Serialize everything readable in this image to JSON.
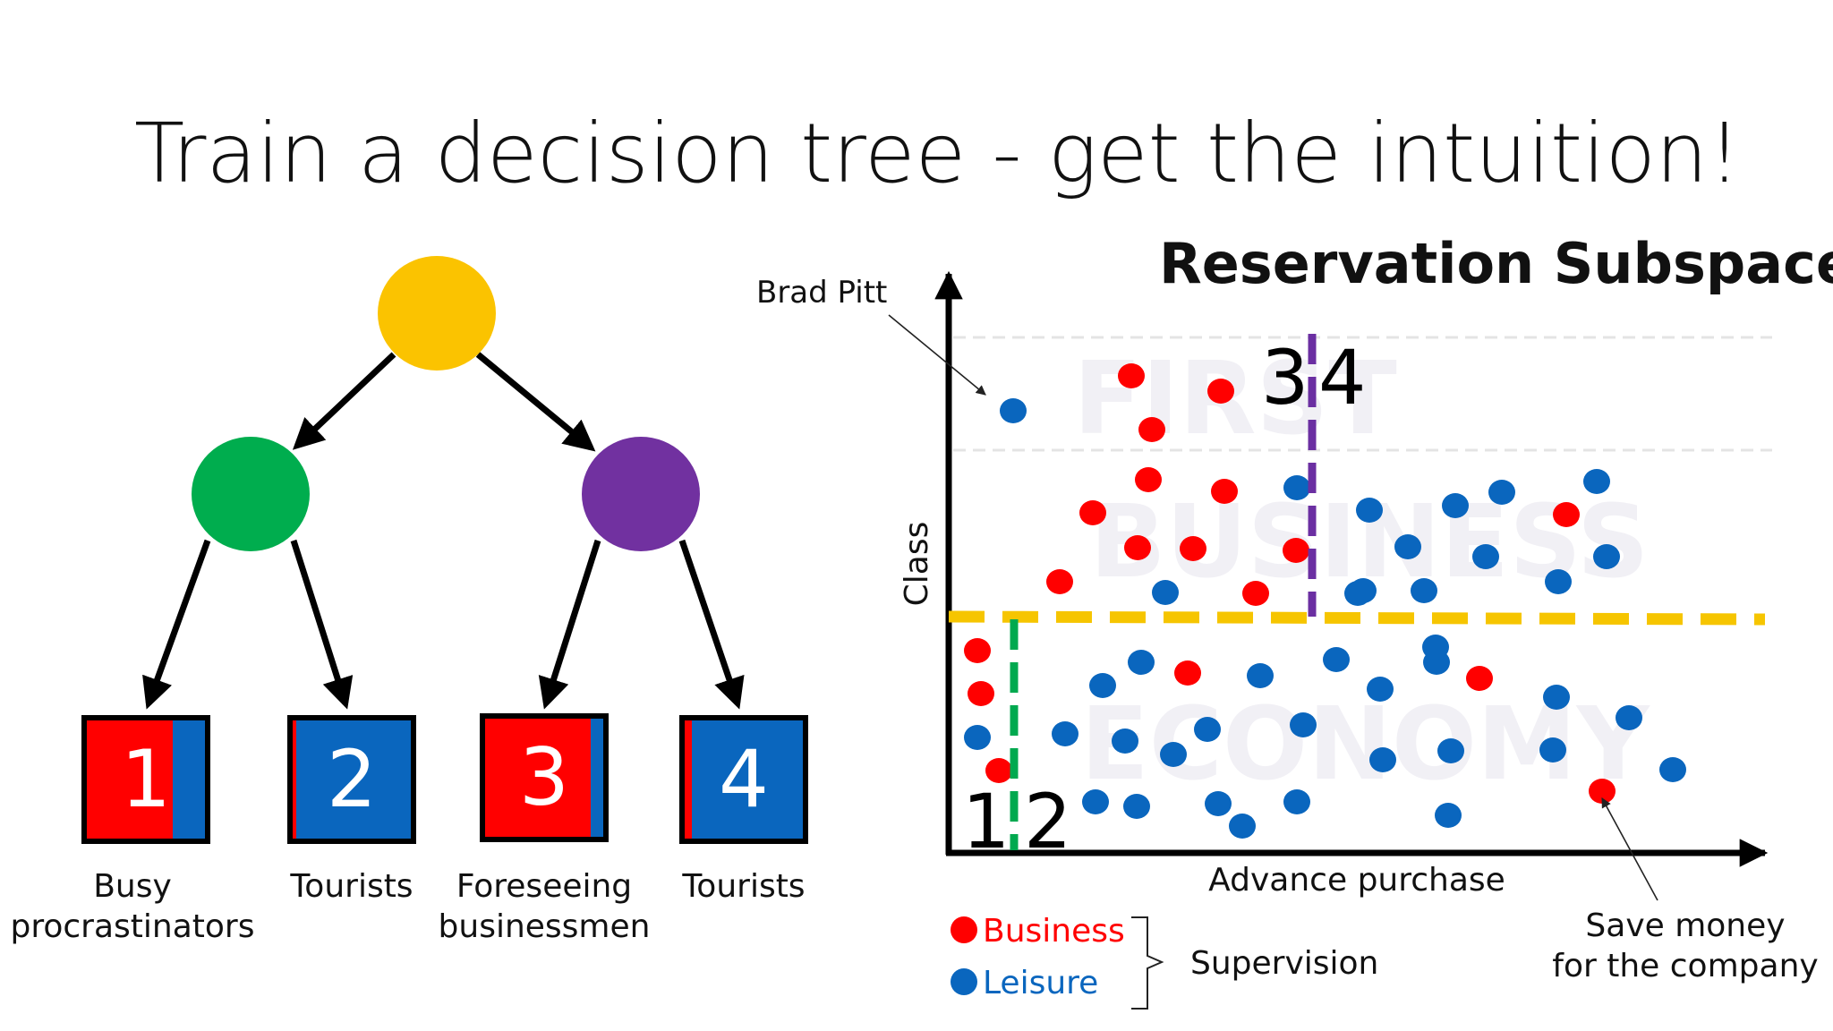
{
  "title": "Train a decision tree - get the intuition!",
  "colors": {
    "root": "#FBC300",
    "left": "#00AD4E",
    "right": "#7131A0",
    "business": "#FF0000",
    "leisure": "#0A66BE",
    "yellow_split": "#F6C500",
    "green_split": "#00A94F",
    "purple_split": "#6B2FA2"
  },
  "tree": {
    "leaves": [
      {
        "number": "1",
        "caption": [
          "Busy",
          "procrastinators"
        ],
        "business_share": 0.72
      },
      {
        "number": "2",
        "caption": [
          "Tourists"
        ],
        "business_share": 0.05
      },
      {
        "number": "3",
        "caption": [
          "Foreseeing",
          "businessmen"
        ],
        "business_share": 0.88
      },
      {
        "number": "4",
        "caption": [
          "Tourists"
        ],
        "business_share": 0.08
      }
    ]
  },
  "plot": {
    "title": "Reservation Subspace",
    "xlabel": "Advance purchase",
    "ylabel": "Class",
    "band_labels": [
      "FIRST",
      "BUSINESS",
      "ECONOMY"
    ],
    "region_labels": [
      "3",
      "4",
      "1",
      "2"
    ],
    "annotations": {
      "brad_pitt": "Brad Pitt",
      "save_money": [
        "Save money",
        "for the company"
      ]
    },
    "legend": {
      "business": "Business",
      "leisure": "Leisure",
      "bracket_label": "Supervision"
    }
  }
}
